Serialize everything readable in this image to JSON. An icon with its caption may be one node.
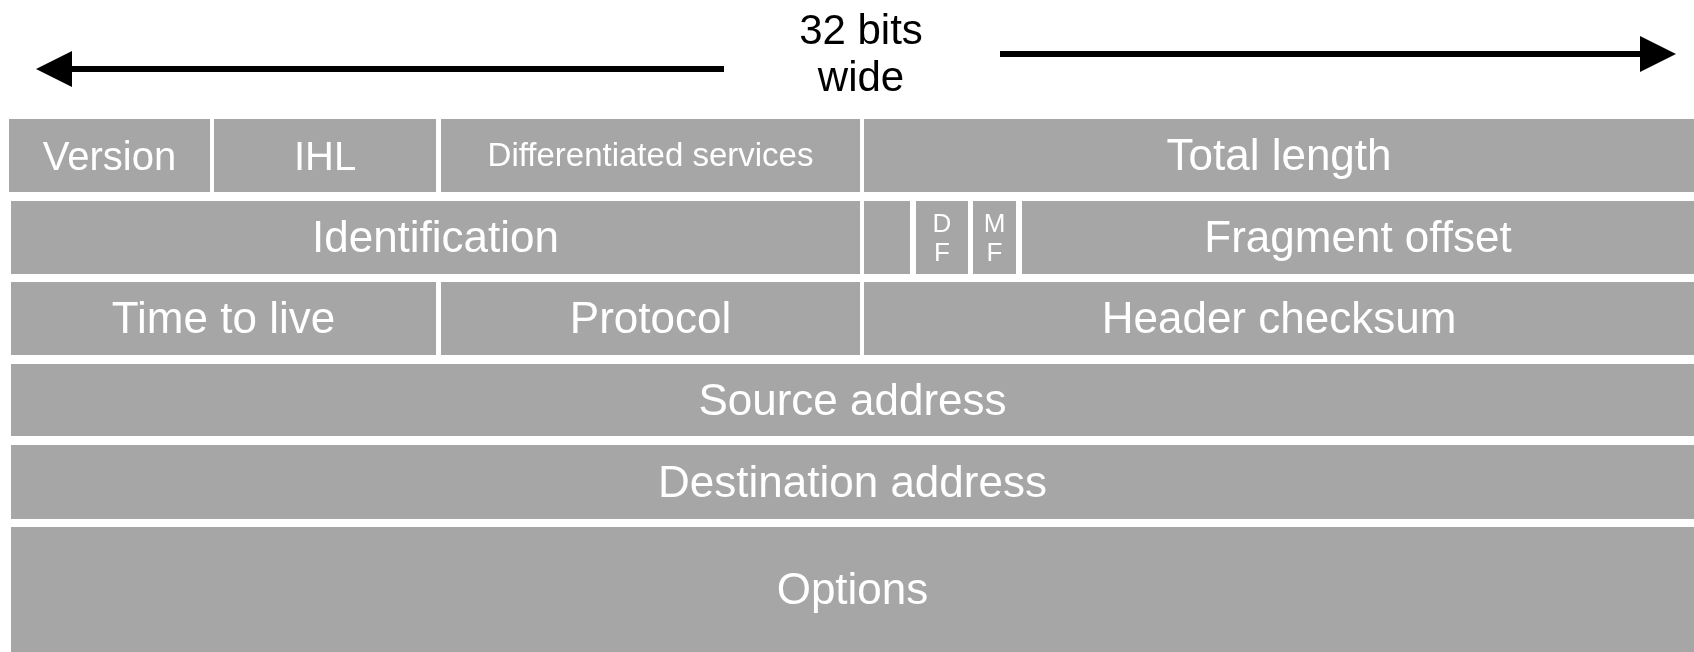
{
  "diagram": {
    "nodes": [
      {
        "text": [
          "Version"
        ]
      },
      {
        "text": [
          "IHL"
        ]
      },
      {
        "text": [
          "Differentiated services"
        ]
      },
      {
        "text": [
          "Total length"
        ]
      },
      {
        "text": [
          "Identification"
        ]
      },
      {
        "text": [],
        "shape": "box"
      },
      {
        "text": [
          "D F"
        ]
      },
      {
        "text": [
          "M F"
        ]
      },
      {
        "text": [
          "Fragment offset"
        ]
      },
      {
        "text": [
          "Time to live"
        ]
      },
      {
        "text": [
          "Protocol"
        ]
      },
      {
        "text": [
          "Header checksum"
        ]
      },
      {
        "text": [
          "Source address"
        ]
      },
      {
        "text": [
          "Destination address"
        ]
      },
      {
        "text": [
          "Options"
        ]
      }
    ],
    "labels": [
      "32 bits wide"
    ]
  }
}
